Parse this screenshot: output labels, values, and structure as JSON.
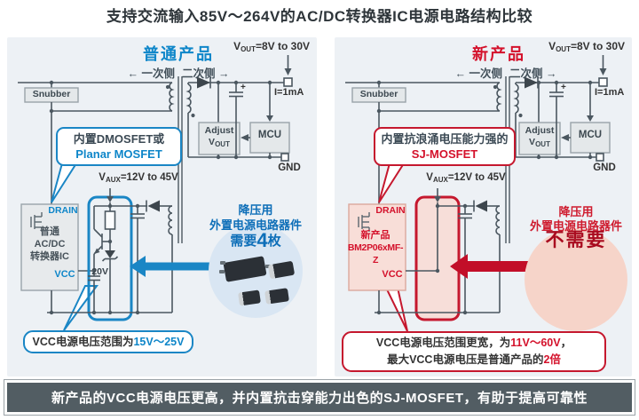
{
  "title": "支持交流输入85V～264V的AC/DC转换器IC电源电路结构比较",
  "footer": "新产品的VCC电源电压更高，并内置抗击穿能力出色的SJ-MOSFET，有助于提高可靠性",
  "shared": {
    "vout_v": "V",
    "vout_sub": "OUT",
    "vout_rest": "=8V to 30V",
    "vaux_v": "V",
    "vaux_sub": "AUX",
    "vaux_rest": "=12V to 45V",
    "primary_side": "← 一次侧",
    "secondary_side": "二次侧 →",
    "snubber": "Snubber",
    "adjust": "Adjust",
    "adjust_v": "V",
    "adjust_sub": "OUT",
    "mcu": "MCU",
    "gnd": "GND",
    "current": "I=1mA",
    "cap_plus": "+",
    "drain": "DRAIN",
    "vcc": "VCC"
  },
  "left": {
    "heading": "普通产品",
    "bubble_line1": "内置DMOSFET或",
    "bubble_line2": "Planar MOSFET",
    "ic_line1": "普通",
    "ic_line2": "AC/DC",
    "ic_line3": "转换器IC",
    "zener": "20V",
    "circle_line1": "降压用",
    "circle_line2": "外置电源电路器件",
    "need_pre": "需要",
    "need_num": "4",
    "need_post": "枚",
    "note_pre": "VCC电源电压范围为",
    "note_hl": "15V～25V"
  },
  "right": {
    "heading": "新产品",
    "bubble_line1": "内置抗浪涌电压能力强的",
    "bubble_line2": "SJ-MOSFET",
    "ic_line1": "新产品",
    "ic_line2": "BM2P06xMF-Z",
    "circle_line1": "降压用",
    "circle_line2": "外置电源电路器件",
    "circle_line3": "不需要",
    "note1_pre": "VCC电源电压范围更宽，为",
    "note1_hl": "11V～60V",
    "note1_post": "，",
    "note2_pre": "最大VCC电源电压是普通产品的",
    "note2_hl": "2倍"
  },
  "colors": {
    "accent_blue": "#0e86c9",
    "accent_red": "#d4112b",
    "panel_bg": "#edf1f5",
    "line": "#4b5760",
    "banner_bg": "#525d63",
    "circle_blue": "#d9e6f3",
    "circle_pink": "#f6d4c9"
  }
}
